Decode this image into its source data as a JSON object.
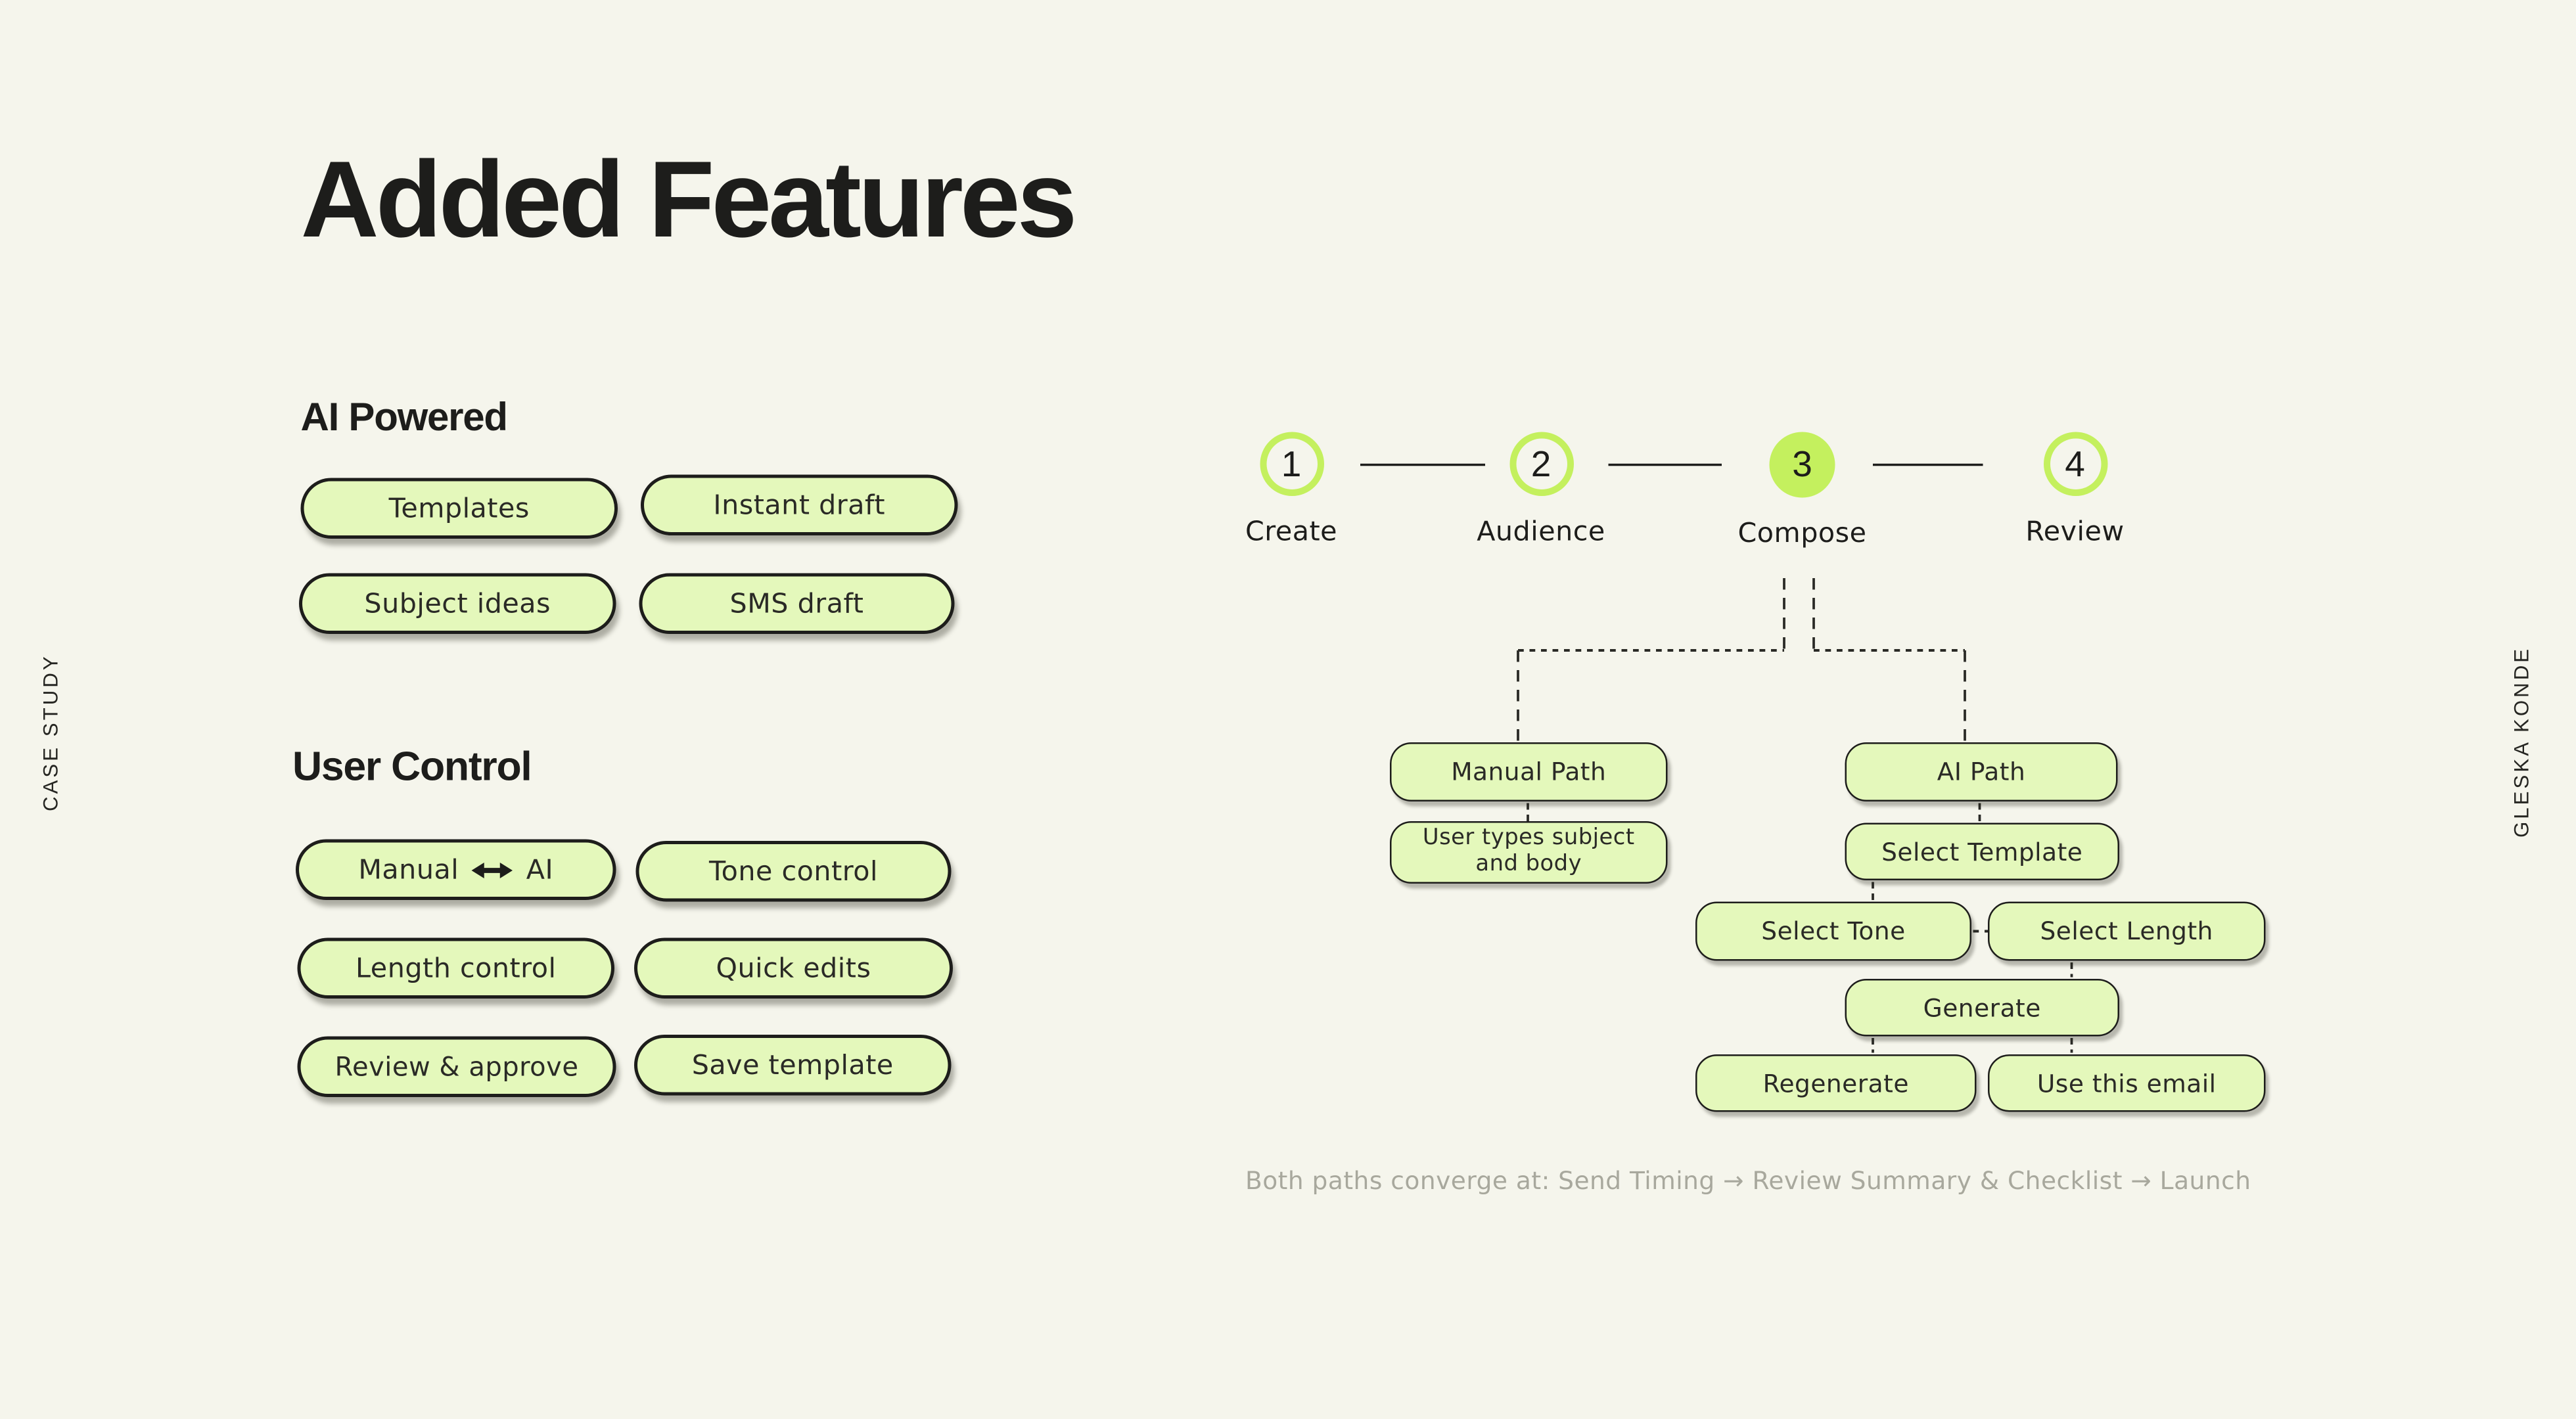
{
  "theme": {
    "bg": "#f5f5ec",
    "ink": "#1d1d1b",
    "pill_fill": "#e4f8bb",
    "accent": "#c4f05e",
    "caption_gray": "#a8a89d"
  },
  "side_labels": {
    "left": "CASE STUDY",
    "right": "GLESKA KONDE"
  },
  "title": "Added Features",
  "ai_powered": {
    "heading": "AI Powered",
    "pills": [
      "Templates",
      "Instant draft",
      "Subject ideas",
      "SMS draft"
    ]
  },
  "user_control": {
    "heading": "User Control",
    "manual_ai": {
      "left": "Manual",
      "right": "AI",
      "icon": "left-right-arrow-icon"
    },
    "pills": [
      "Tone control",
      "Length control",
      "Quick edits",
      "Review & approve",
      "Save template"
    ]
  },
  "stepper": {
    "active_step": "3",
    "steps": [
      {
        "num": "1",
        "label": "Create"
      },
      {
        "num": "2",
        "label": "Audience"
      },
      {
        "num": "3",
        "label": "Compose"
      },
      {
        "num": "4",
        "label": "Review"
      }
    ]
  },
  "flowchart": {
    "manual_path": "Manual Path",
    "ai_path": "AI Path",
    "user_types": "User types subject and body",
    "select_template": "Select Template",
    "select_tone": "Select Tone",
    "select_length": "Select Length",
    "generate": "Generate",
    "regenerate": "Regenerate",
    "use_email": "Use this email",
    "caption": "Both paths converge at: Send Timing → Review Summary & Checklist → Launch"
  }
}
